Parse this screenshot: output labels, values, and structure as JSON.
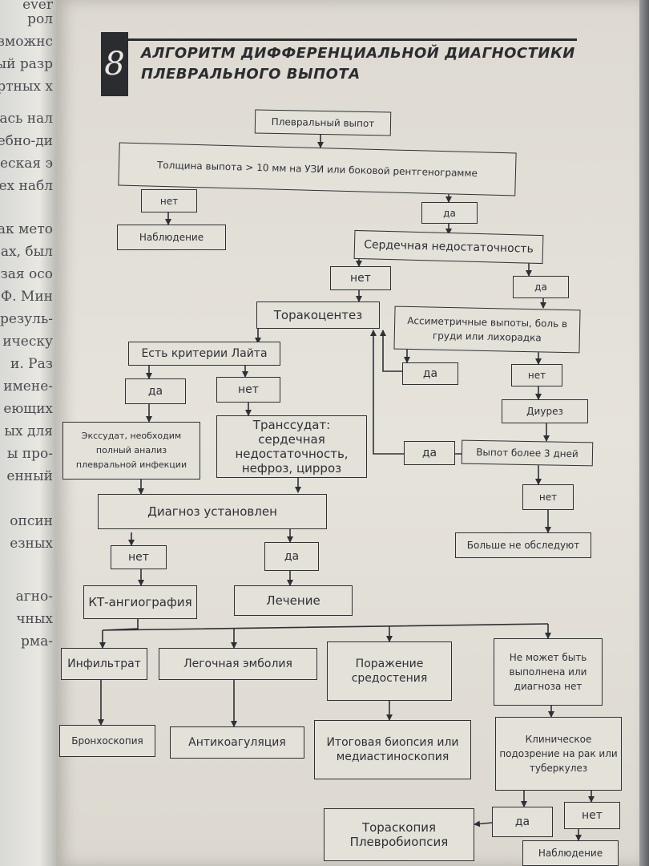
{
  "prev_page_fragments": [
    "ever",
    "рол",
    "озможнс",
    "ный разр",
    "артных х",
    "лась нал",
    "ебно-ди",
    "еская э",
    "ех набл",
    "ак мето",
    "ах, был",
    "зая осо",
    "Ф. Мин",
    "резуль-",
    "ическу",
    "и. Раз",
    "имене-",
    "еющих",
    "ых для",
    "ы про-",
    "енный",
    "опсин",
    "езных",
    "агно-",
    "чных",
    "рма-"
  ],
  "chapter_number": "8",
  "title_line1": "АЛГОРИТМ ДИФФЕРЕНЦИАЛЬНОЙ ДИАГНОСТИКИ",
  "title_line2": "ПЛЕВРАЛЬНОГО ВЫПОТА",
  "nodes": {
    "pleural_effusion": "Плевральный выпот",
    "thickness": "Толщина выпота > 10 мм на УЗИ или боковой рентгенограмме",
    "no1": "нет",
    "yes1": "да",
    "observation1": "Наблюдение",
    "heart_failure": "Сердечная недостаточность",
    "no2": "нет",
    "yes2": "да",
    "thoracentesis": "Торакоцентез",
    "asymmetric": "Ассиметричные выпоты, боль в груди или лихорадка",
    "yes3": "да",
    "no3": "нет",
    "light_criteria": "Есть критерии Лайта",
    "yes4": "да",
    "no4": "нет",
    "diuresis": "Диурез",
    "exudate": "Экссудат, необходим полный анализ плевральной инфекции",
    "transudate": "Транссудат: сердечная недостаточность, нефроз, цирроз",
    "yes5": "да",
    "effusion_3days": "Выпот более 3 дней",
    "no5": "нет",
    "no_further": "Больше не обследуют",
    "diagnosis": "Диагноз установлен",
    "no6": "нет",
    "yes6": "да",
    "ct": "КТ-ангиография",
    "treatment": "Лечение",
    "infiltrate": "Инфильтрат",
    "embolism": "Легочная эмболия",
    "mediastinum": "Поражение средостения",
    "not_possible": "Не может быть выполнена или диагноза нет",
    "bronchoscopy": "Бронхоскопия",
    "anticoagulation": "Антикоагуляция",
    "biopsy": "Итоговая биопсия или медиастиноскопия",
    "suspicion": "Клиническое подозрение на рак или туберкулез",
    "yes7": "да",
    "no7": "нет",
    "thoracoscopy": "Тораскопия Плевробиопсия",
    "observation2": "Наблюдение"
  }
}
